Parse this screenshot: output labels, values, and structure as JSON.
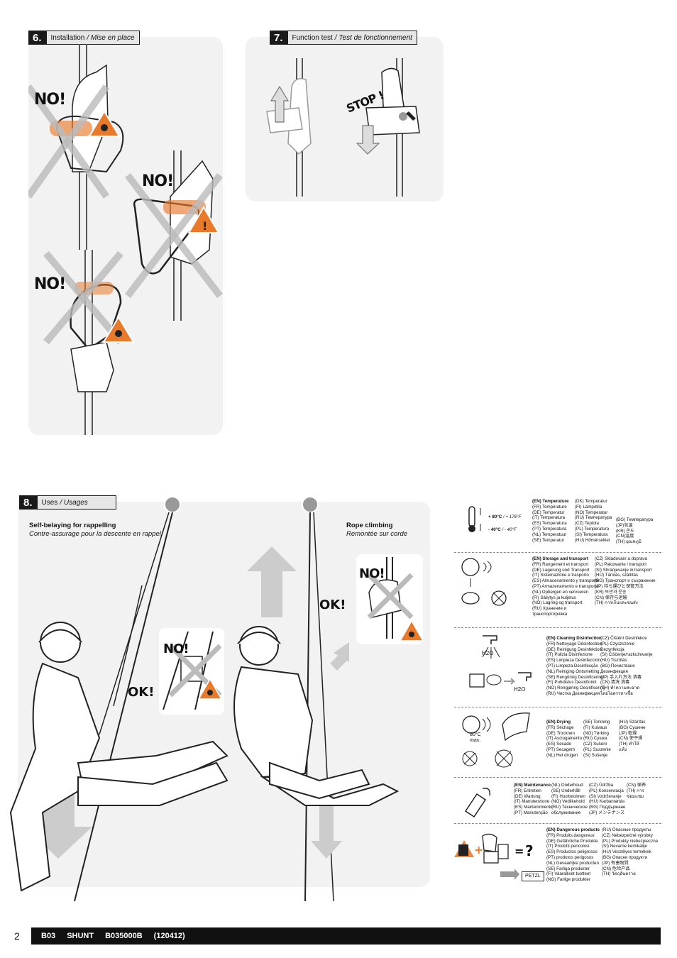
{
  "sections": {
    "s6": {
      "num": "6.",
      "title": "Installation",
      "title_fr": "/ Mise en place",
      "no1": "NO!",
      "no2": "NO!",
      "no3": "NO!"
    },
    "s7": {
      "num": "7.",
      "title": "Function test",
      "title_fr": "/ Test de fonctionnement",
      "stop": "STOP !"
    },
    "s8": {
      "num": "8.",
      "title": "Uses",
      "title_fr": "/ Usages",
      "left_title": "Self-belaying for rappelling",
      "left_sub": "Contre-assurage pour la descente en rappel",
      "right_title": "Rope climbing",
      "right_sub": "Remontée sur corde",
      "no_a": "NO!",
      "ok_a": "OK!",
      "no_b": "NO!",
      "ok_b": "OK!"
    }
  },
  "maintenance": {
    "temperature": {
      "hot": "+ 80°C",
      "hot_f": "/ + 176°F",
      "cold": "- 40°C",
      "cold_f": "/ - 40°F",
      "col1": [
        "(EN) Temperature",
        "(FR) Température",
        "(DE) Temperatur",
        "(IT) Temperatura",
        "(ES) Temperatura",
        "(PT) Temperatura",
        "(NL) Temperatuur",
        "(SE) Temperatur"
      ],
      "col2": [
        "(DK) Temperatur",
        "(FI) Lämpötila",
        "(NO) Temperatur",
        "(RU) Температура",
        "(CZ) Teplota",
        "(PL) Temperatura",
        "(SI) Temperatura",
        "(HU) Hőmérséklet"
      ],
      "col3": [
        "(BG) Температура",
        "(JP)気温",
        "(KR) 온도",
        "(CN)温度",
        "(TH) อุณหภูมิ"
      ]
    },
    "storage": {
      "col1": [
        "(EN) Storage and transport",
        "(FR) Rangement et transport",
        "(DE) Lagerung und Transport",
        "(IT) Sistemazione e trasporto",
        "(ES) Almacenamiento y transporte",
        "(PT) Armazenamento e transporte",
        "(NL) Opbergen en vervoeren",
        "(FI) Säilytys ja kuljetus",
        "(NO) Lagring og transport",
        "(RU) Хранение и",
        "транспортировка"
      ],
      "col2": [
        "(CZ) Skladování a doprava",
        "(PL) Pakowanie i transport",
        "(SI) Shranjevanje in transport",
        "(HU) Tárolás, szállítás",
        "(BG) Транспорт и съхранение",
        "(JP) 持ち運びと保管方法",
        "(KR) 보관과 운송",
        "(CN) 保存与运输",
        "(TH) การเก็บและขนส่ง"
      ]
    },
    "cleaning": {
      "h2o_1": "H2O",
      "h2o_2": "H2O",
      "col1": [
        "(EN) Cleaning Disinfection",
        "(FR) Nettoyage Désinfection",
        "(DE) Reinigung Desinfektion",
        "(IT) Pulizia Disinfezione",
        "(ES) Limpieza Desinfección",
        "(PT) Limpeza Desinfecção",
        "(NL) Reiniging Ontsmetting",
        "(SE) Rengöring Desinficering",
        "(FI) Puhdistus Desinfiointi",
        "(NO) Rengjøring Desinfisering",
        "(RU) Чистка Дезинфекция"
      ],
      "col2": [
        "(CZ) Čištění Desinfekce",
        "(PL) Czyszczenie",
        "Dezynfekcja",
        "(SI) Čiščenje/razkuževanje",
        "(HU) Tisztítás",
        "(BG) Почистване",
        "Дезинфекция",
        "(JP) 手入れ方法 消毒",
        "(CN) 清洗 消毒",
        "(TH) ทำความสะอาด",
        "ไดยไอดรรหาเชื้อ"
      ]
    },
    "drying": {
      "temp": "80°C",
      "max": "max.",
      "col1": [
        "(EN) Drying",
        "(FR) Séchage",
        "(DE) Trocknen",
        "(IT) Asciugamento",
        "(ES) Secado",
        "(PT) Secagem",
        "(NL) Het drogen"
      ],
      "col2": [
        "(SE) Torkning",
        "(FI) Kuivaus",
        "(NO) Tørking",
        "(RU) Сушка",
        "(CZ) Sušení",
        "(PL) Suszenie",
        "(SI) Sušenje"
      ],
      "col3": [
        "(HU) Szárítás",
        "(BG) Сушене",
        "(JP) 乾燥",
        "(CN) 使干燥",
        "(TH) ทำให้",
        "แห้ง"
      ]
    },
    "care": {
      "col1": [
        "(EN) Maintenance",
        "(FR) Entretien",
        "(DE) Wartung",
        "(IT) Manutenzione",
        "(ES) Mantenimiento",
        "(PT) Manutenção"
      ],
      "col2": [
        "(NL) Onderhoud",
        "(SE) Underhåll",
        "(FI) Huoltotoimen",
        "(NO) Vedlikehold",
        "(RU) Техническое",
        "обслуживание"
      ],
      "col3": [
        "(CZ) Údržba",
        "(PL) Konserwacja",
        "(SI) Vzdrževanje",
        "(HU) Karbantartás",
        "(BG) Поддържане",
        "(JP) メンテナンス"
      ],
      "col4": [
        "(CN) 保养",
        "(TH) การ",
        "ซ่อมแซม"
      ]
    },
    "dangerous": {
      "plus": "+",
      "equals": "=",
      "question": "?",
      "petzl": "PETZL",
      "col1": [
        "(EN) Dangerous products",
        "(FR) Produits dangereux",
        "(DE) Gefährliche Produkte",
        "(IT) Prodotti pericolosi",
        "(ES) Productos peligrosos",
        "(PT) produtos perigosos",
        "(NL) Gevaarlijke producten",
        "(SE) Farliga produkter",
        "(FI) Vaaralliset tuotteet",
        "(NO) Farlige produkter"
      ],
      "col2": [
        "(RU) Опасные продукты",
        "(CZ) Nebezpečné výrobky",
        "(PL) Produkty niebezpieczne",
        "(SI) Nevarne kemikalije",
        "(HU) Veszélyes termékek",
        "(BG) Опасни продукти",
        "(JP) 有害物質",
        "(CN) 危险产品",
        "(TH) วัตถุอันตราย"
      ]
    }
  },
  "footer": {
    "page": "2",
    "code1": "B03",
    "code2": "SHUNT",
    "code3": "B035000B",
    "code4": "(120412)"
  },
  "colors": {
    "warn": "#e87a2c",
    "dark": "#1a1a1a",
    "panel": "#f2f2f2"
  }
}
